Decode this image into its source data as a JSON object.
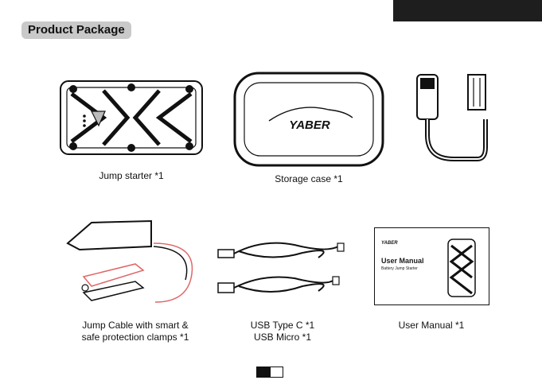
{
  "section_title": "Product Package",
  "items": [
    {
      "caption": "Jump starter *1"
    },
    {
      "caption": "Storage case *1",
      "logo_text": "YABER"
    },
    {
      "caption": ""
    },
    {
      "caption_line1": "Jump Cable with smart &",
      "caption_line2": "safe protection clamps *1"
    },
    {
      "caption_line1": "USB Type C *1",
      "caption_line2": "USB Micro *1"
    },
    {
      "caption": "User Manual *1",
      "manual_title": "User Manual",
      "manual_subtitle": "Battery Jump Starter",
      "manual_logo": "YABER"
    }
  ],
  "colors": {
    "accent": "#1e1e1e",
    "title_bg": "#c9c9c9",
    "cable_red": "#e06666"
  }
}
